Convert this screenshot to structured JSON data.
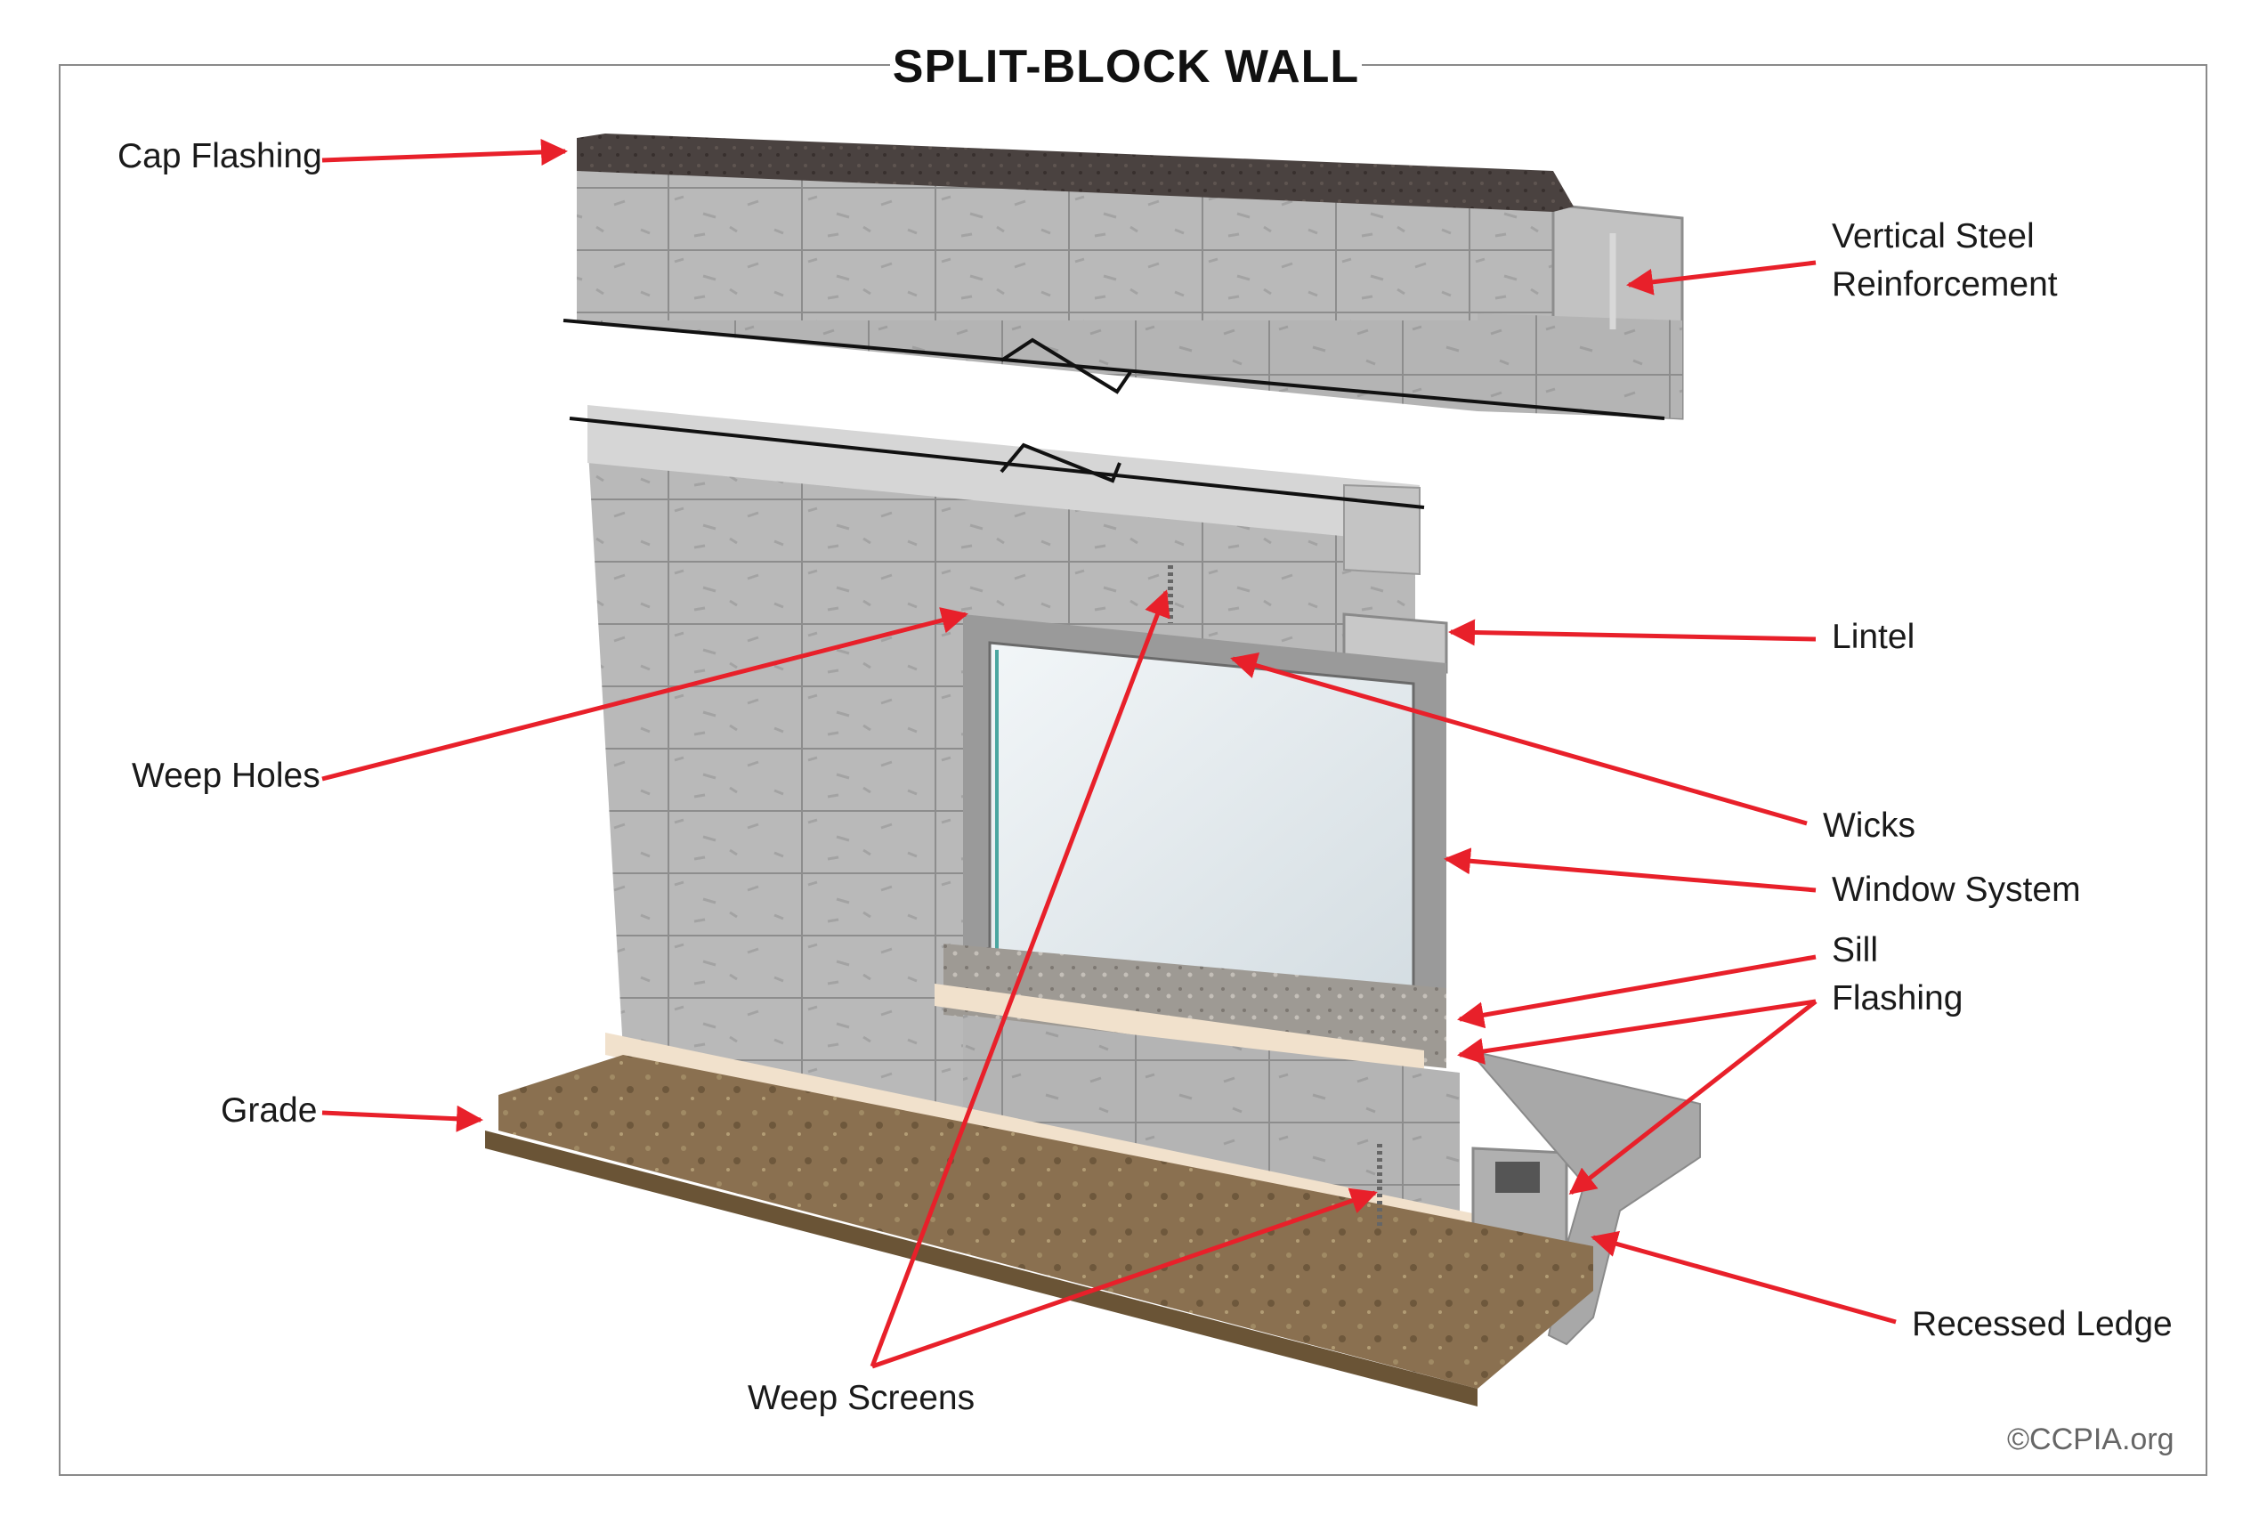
{
  "title": "SPLIT-BLOCK WALL",
  "labels": {
    "cap_flashing": "Cap Flashing",
    "vertical_steel_1": "Vertical Steel",
    "vertical_steel_2": "Reinforcement",
    "lintel": "Lintel",
    "weep_holes": "Weep Holes",
    "wicks": "Wicks",
    "window_system": "Window System",
    "sill": "Sill",
    "flashing": "Flashing",
    "grade": "Grade",
    "recessed_ledge": "Recessed Ledge",
    "weep_screens": "Weep Screens"
  },
  "copyright": "©CCPIA.org",
  "colors": {
    "arrow": "#e8202a",
    "block": "#b9b9b9",
    "block_mortar": "#8d8d8d",
    "cap": "#4a4240",
    "soil": "#8a7050",
    "glass": "#dfe6ea",
    "frame": "#9a9a9a",
    "flashing": "#f1e1cc",
    "sill": "#9e9a94",
    "ledge": "#a8a8a8"
  }
}
